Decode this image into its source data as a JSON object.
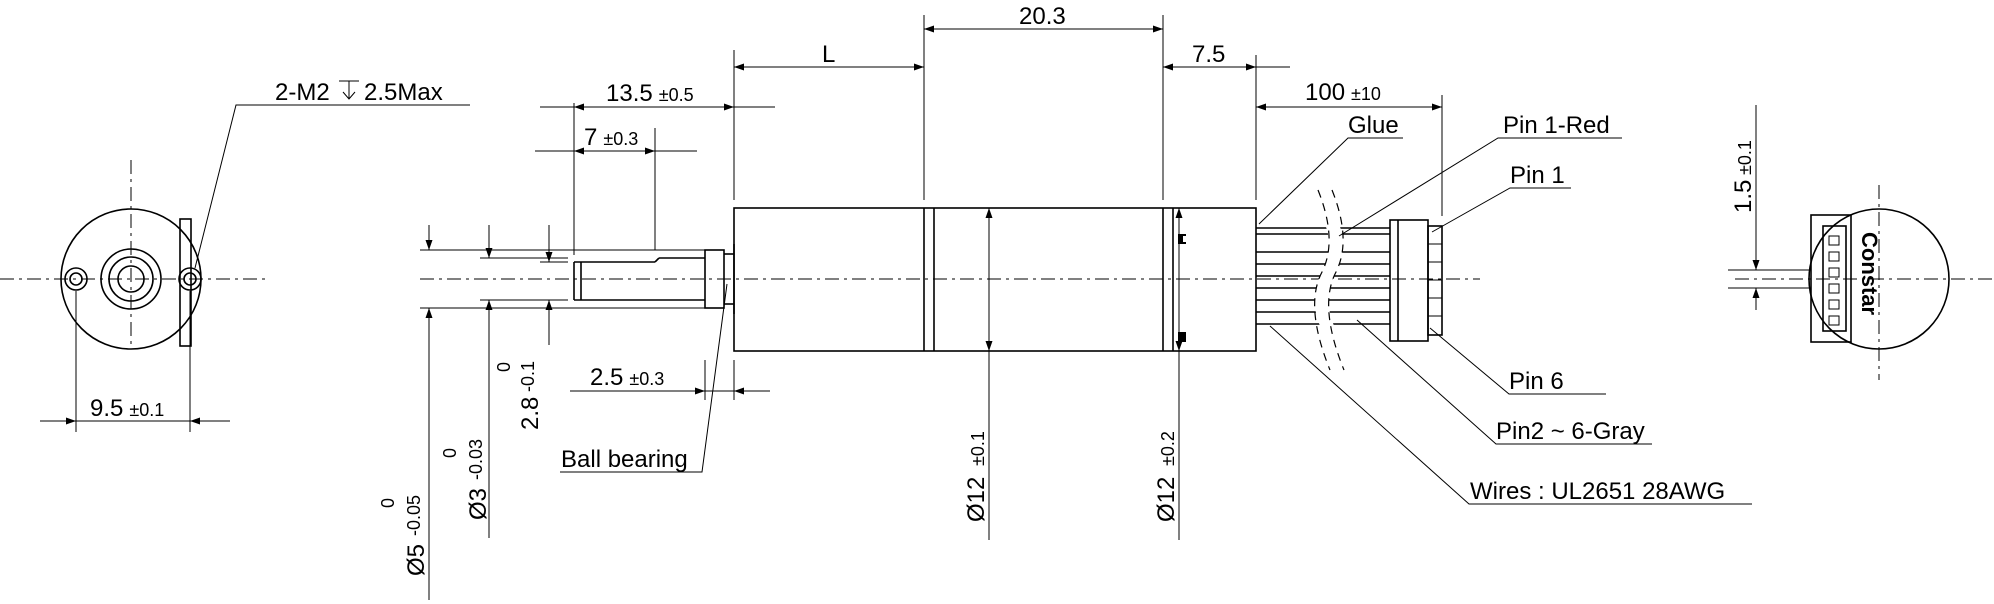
{
  "callouts": {
    "mount_holes": "2-M2",
    "mount_depth": "2.5Max",
    "ball_bearing": "Ball bearing",
    "glue": "Glue",
    "pin1_red": "Pin 1-Red",
    "pin1": "Pin 1",
    "pin6": "Pin 6",
    "pin2_6_gray": "Pin2 ~ 6-Gray",
    "wires": "Wires : UL2651 28AWG",
    "brand": "Constar"
  },
  "dims": {
    "hole_spacing": {
      "value": "9.5",
      "tol": "±0.1"
    },
    "shaft_len": {
      "value": "13.5",
      "tol": "±0.5"
    },
    "flat_len": {
      "value": "7",
      "tol": "±0.3"
    },
    "boss_len": {
      "value": "2.5",
      "tol": "±0.3"
    },
    "gearbox_len": "L",
    "motor_len": "20.3",
    "end_len": "7.5",
    "lead_len": {
      "value": "100",
      "tol": "±10"
    },
    "pin_pitch": {
      "value": "1.5",
      "tol": "±0.1"
    },
    "flat_dia": {
      "value": "2.8",
      "tol_upper": "0",
      "tol_lower": "-0.1"
    },
    "shaft_dia": {
      "value": "Ø3",
      "tol_upper": "0",
      "tol_lower": "-0.03"
    },
    "boss_dia": {
      "value": "Ø5",
      "tol_upper": "0",
      "tol_lower": "-0.05"
    },
    "body_dia": {
      "value": "Ø12",
      "tol": "±0.1"
    },
    "motor_dia": {
      "value": "Ø12",
      "tol": "±0.2"
    }
  }
}
